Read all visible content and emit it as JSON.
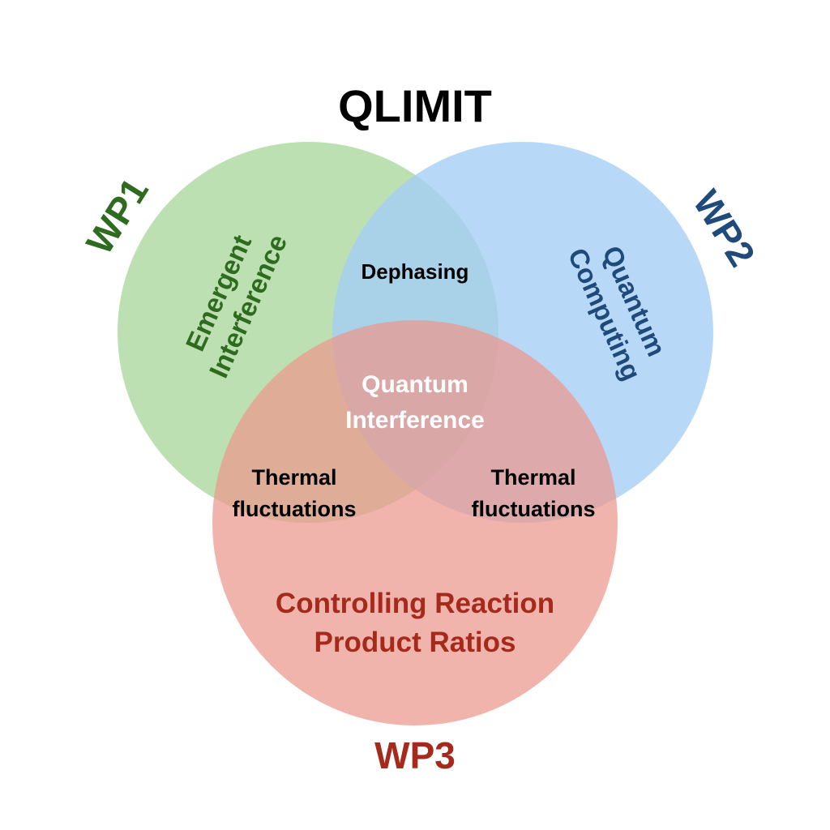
{
  "title": "QLIMIT",
  "sets": [
    {
      "id": "wp1",
      "label": "WP1",
      "topic_lines": [
        "Emergent",
        "Interference"
      ],
      "fill": "#a9d79b",
      "text_color": "#2e6b1f"
    },
    {
      "id": "wp2",
      "label": "WP2",
      "topic_lines": [
        "Quantum",
        "Computing"
      ],
      "fill": "#a4cdf6",
      "text_color": "#1f4a7a"
    },
    {
      "id": "wp3",
      "label": "WP3",
      "topic_lines": [
        "Controlling Reaction",
        "Product Ratios"
      ],
      "fill": "#ec978d",
      "text_color": "#a62a1c"
    }
  ],
  "intersections": {
    "wp1_wp2": {
      "lines": [
        "Dephasing"
      ],
      "text_color": "#000000"
    },
    "wp1_wp3": {
      "lines": [
        "Thermal",
        "fluctuations"
      ],
      "text_color": "#000000"
    },
    "wp2_wp3": {
      "lines": [
        "Thermal",
        "fluctuations"
      ],
      "text_color": "#000000"
    },
    "all": {
      "lines": [
        "Quantum",
        "Interference"
      ],
      "text_color": "#ffffff"
    }
  }
}
